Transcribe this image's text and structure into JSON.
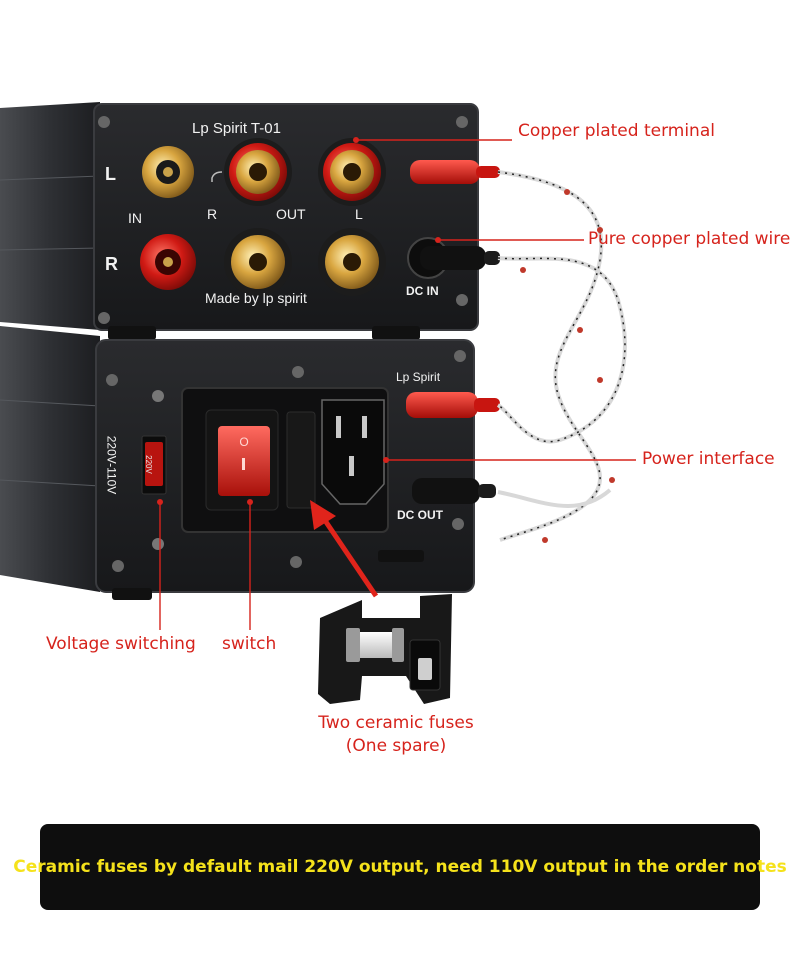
{
  "device": {
    "brand_model": "Lp Spirit  T-01",
    "ch_left": "L",
    "ch_right": "R",
    "in_label": "IN",
    "out_r": "R",
    "out_label": "OUT",
    "out_l": "L",
    "made_by": "Made by lp spirit",
    "dc_in": "DC IN",
    "psu_brand": "Lp Spirit",
    "voltage_side": "220V-110V",
    "voltage_switch": "220V",
    "dc_out": "DC OUT"
  },
  "callouts": {
    "copper_terminal": "Copper plated terminal",
    "copper_wire": "Pure copper plated wire",
    "power_interface": "Power interface",
    "voltage_switching": "Voltage switching",
    "switch": "switch",
    "fuses_line1": "Two ceramic fuses",
    "fuses_line2": "(One spare)"
  },
  "banner": {
    "text": "Ceramic fuses by default mail 220V output, need 110V output in the order notes"
  },
  "colors": {
    "callout_red": "#d6231c",
    "banner_text": "#f5e21b",
    "banner_bg": "#0e0e0e"
  }
}
